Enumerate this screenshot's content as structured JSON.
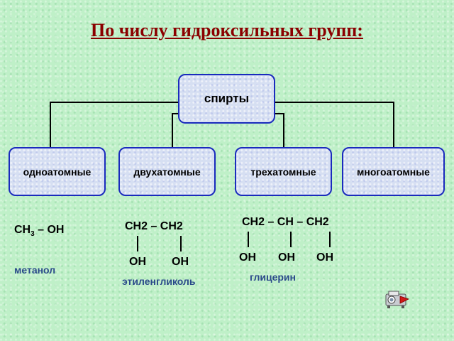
{
  "title": "По числу  гидроксильных групп:",
  "root": "спирты",
  "categories": [
    {
      "label": "одноатомные"
    },
    {
      "label": "двухатомные"
    },
    {
      "label": "трехатомные"
    },
    {
      "label": "многоатомные"
    }
  ],
  "examples": {
    "methanol": {
      "formula_a": "CH",
      "formula_sub": "3",
      "formula_b": " – OH",
      "name": "метанол"
    },
    "ethylene_glycol": {
      "chain": "CH2 – CH2",
      "oh1": "OH",
      "oh2": "OH",
      "name": "этиленгликоль"
    },
    "glycerol": {
      "chain": "CH2 – CH – CH2",
      "oh1": "OH",
      "oh2": "OH",
      "oh3": "OH",
      "name": "глицерин"
    }
  },
  "colors": {
    "title": "#8b0000",
    "border": "#1a2bbd",
    "node_fill": "#d6dff2",
    "name_text": "#2a4a8a"
  },
  "icons": {
    "projector": "projector-icon"
  }
}
